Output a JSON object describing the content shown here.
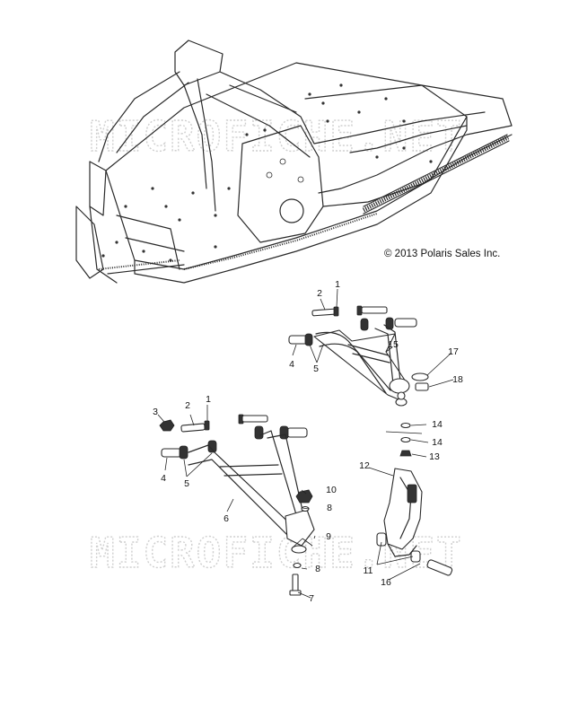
{
  "copyright": "© 2013 Polaris Sales Inc.",
  "watermark": "MICROFICHE.NET",
  "callouts": [
    "1",
    "2",
    "3",
    "4",
    "5",
    "6",
    "7",
    "8",
    "9",
    "10",
    "11",
    "12",
    "13",
    "14",
    "15",
    "16",
    "17",
    "18"
  ],
  "colors": {
    "line": "#2a2a2a",
    "watermark": "#cfcfcf",
    "background": "#ffffff"
  }
}
